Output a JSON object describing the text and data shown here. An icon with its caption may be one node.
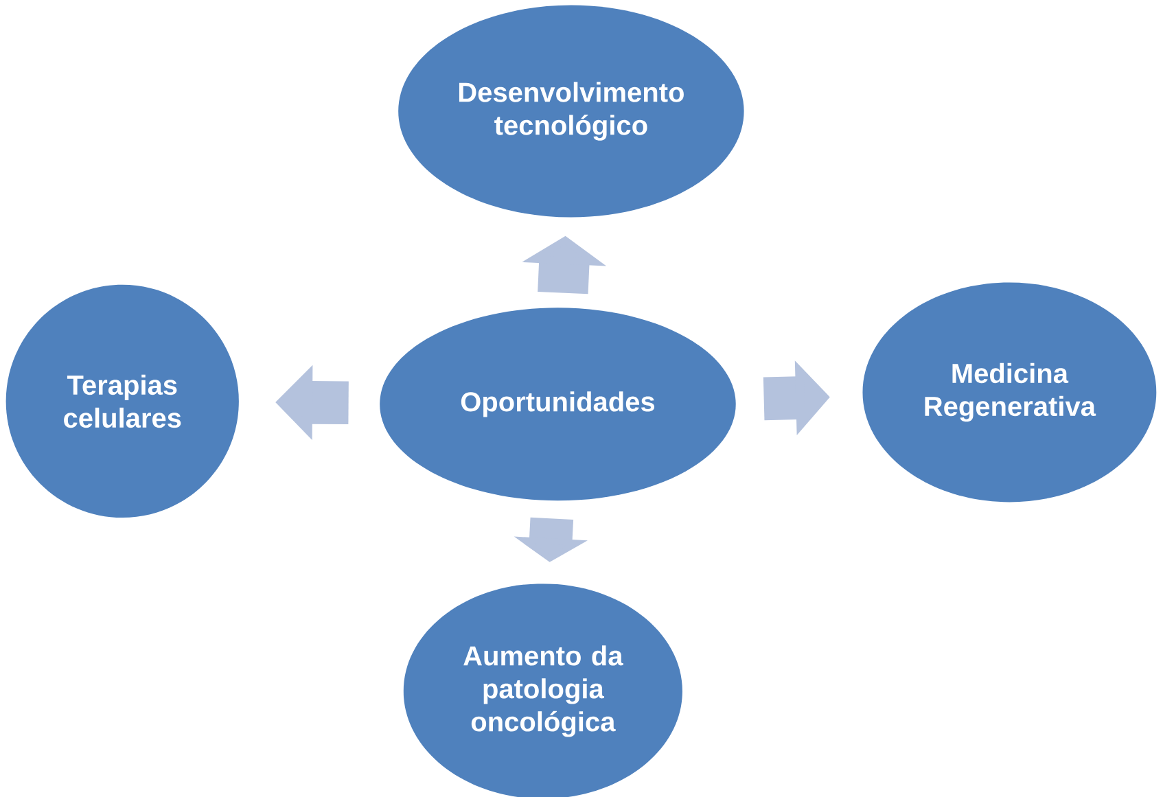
{
  "diagram": {
    "nodes": [
      {
        "text": [
          "Desenvolvimento tecnológico"
        ]
      },
      {
        "text": [
          "Terapias celulares"
        ]
      },
      {
        "text": [
          "Oportunidades"
        ]
      },
      {
        "text": [
          "Medicina Regenerativa"
        ]
      },
      {
        "text": [
          "Aumento da patologia oncológica"
        ]
      }
    ],
    "edges": [
      {
        "from": 2,
        "to": 0,
        "arrow": "to"
      },
      {
        "from": 2,
        "to": 1,
        "arrow": "to"
      },
      {
        "from": 2,
        "to": 3,
        "arrow": "to"
      },
      {
        "from": 2,
        "to": 4,
        "arrow": "to"
      }
    ]
  }
}
